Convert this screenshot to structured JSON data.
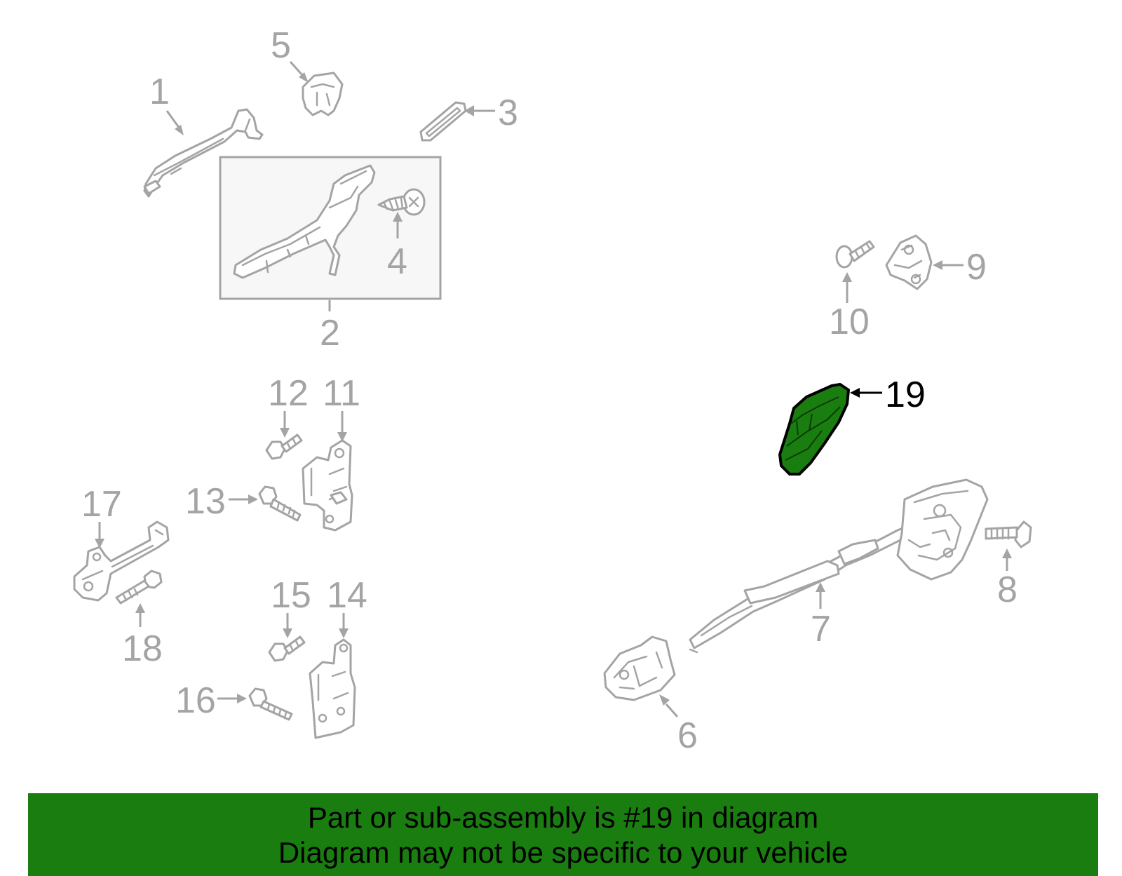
{
  "highlight": {
    "part_number": "19",
    "color": "#1a7d10"
  },
  "callouts": {
    "c1": "1",
    "c2": "2",
    "c3": "3",
    "c4": "4",
    "c5": "5",
    "c6": "6",
    "c7": "7",
    "c8": "8",
    "c9": "9",
    "c10": "10",
    "c11": "11",
    "c12": "12",
    "c13": "13",
    "c14": "14",
    "c15": "15",
    "c16": "16",
    "c17": "17",
    "c18": "18",
    "c19": "19"
  },
  "banner": {
    "line1": "Part or sub-assembly is #19 in diagram",
    "line2": "Diagram may not be specific to your vehicle",
    "background": "#1a7d10"
  },
  "colors": {
    "line_art": "#a4a4a4",
    "highlight_fill": "#1a7d10"
  }
}
